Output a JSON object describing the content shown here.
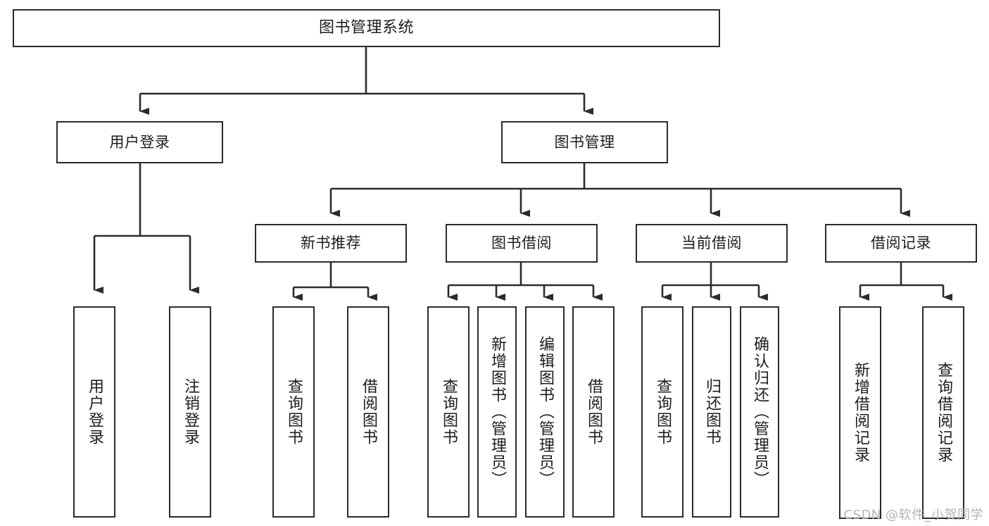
{
  "diagram": {
    "title": "图书管理系统",
    "type": "tree",
    "root": {
      "label": "图书管理系统"
    },
    "level1": [
      {
        "label": "用户登录"
      },
      {
        "label": "图书管理"
      }
    ],
    "level2": [
      {
        "label": "新书推荐"
      },
      {
        "label": "图书借阅"
      },
      {
        "label": "当前借阅"
      },
      {
        "label": "借阅记录"
      }
    ],
    "leaves": {
      "user_login": [
        {
          "label": "用户登录"
        },
        {
          "label": "注销登录"
        }
      ],
      "new_book_recommend": [
        {
          "label": "查询图书"
        },
        {
          "label": "借阅图书"
        }
      ],
      "book_borrow": [
        {
          "label": "查询图书"
        },
        {
          "label": "新增图书（管理员）"
        },
        {
          "label": "编辑图书（管理员）"
        },
        {
          "label": "借阅图书"
        }
      ],
      "current_borrow": [
        {
          "label": "查询图书"
        },
        {
          "label": "归还图书"
        },
        {
          "label": "确认归还（管理员）"
        }
      ],
      "borrow_records": [
        {
          "label": "新增借阅记录"
        },
        {
          "label": "查询借阅记录"
        }
      ]
    }
  },
  "watermark": {
    "text": "CSDN @软件_小贺同学"
  },
  "colors": {
    "stroke": "#2b2b2b",
    "background": "#ffffff",
    "text": "#1d1d1d",
    "watermark": "#b4b4b4"
  }
}
